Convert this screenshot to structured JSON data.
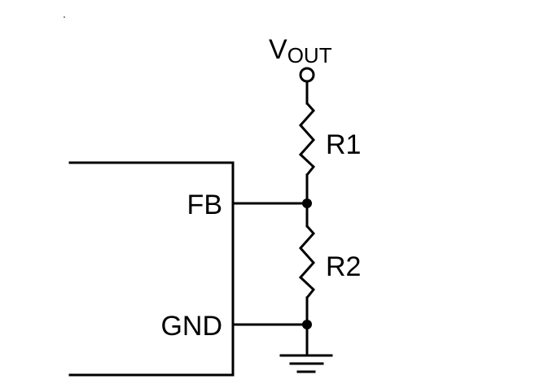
{
  "schematic": {
    "vout_label": {
      "main": "V",
      "subscript": "OUT"
    },
    "r1_label": "R1",
    "r2_label": "R2",
    "fb_pin_label": "FB",
    "gnd_pin_label": "GND"
  },
  "colors": {
    "line": "#000000",
    "background": "#ffffff"
  }
}
